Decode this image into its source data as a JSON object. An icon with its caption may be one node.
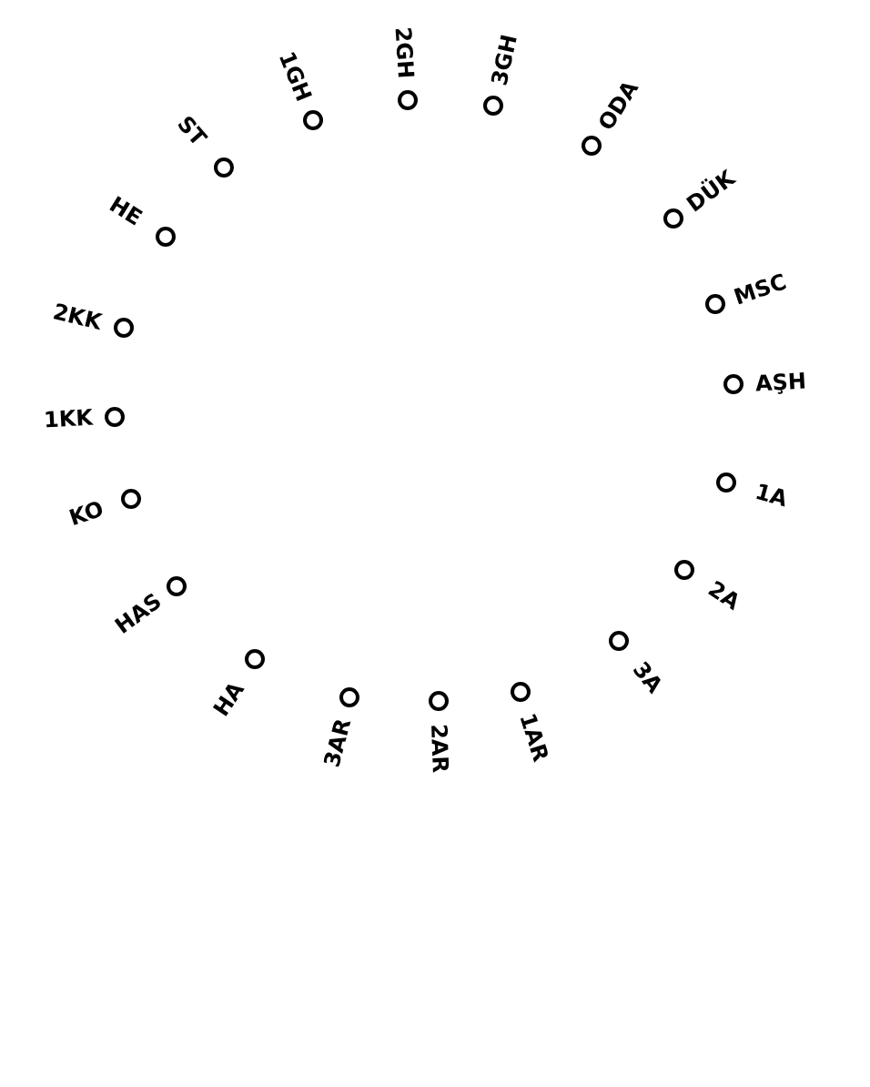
{
  "diagram": {
    "nodes": [
      {
        "text": [],
        "shape": "circle",
        "beside": [
          "1GH"
        ]
      },
      {
        "text": [],
        "shape": "circle",
        "beside": [
          "2GH"
        ]
      },
      {
        "text": [],
        "shape": "circle",
        "beside": [
          "3GH"
        ]
      },
      {
        "text": [],
        "shape": "circle",
        "beside": [
          "ODA"
        ]
      },
      {
        "text": [],
        "shape": "circle",
        "beside": [
          "DÜK"
        ]
      },
      {
        "text": [],
        "shape": "circle",
        "beside": [
          "MSC"
        ]
      },
      {
        "text": [],
        "shape": "circle",
        "beside": [
          "AŞH"
        ]
      },
      {
        "text": [],
        "shape": "circle",
        "beside": [
          "1A"
        ]
      },
      {
        "text": [],
        "shape": "circle",
        "beside": [
          "2A"
        ]
      },
      {
        "text": [],
        "shape": "circle",
        "beside": [
          "3A"
        ]
      },
      {
        "text": [],
        "shape": "circle",
        "beside": [
          "1AR"
        ]
      },
      {
        "text": [],
        "shape": "circle",
        "beside": [
          "2AR"
        ]
      },
      {
        "text": [],
        "shape": "circle",
        "beside": [
          "3AR"
        ]
      },
      {
        "text": [],
        "shape": "circle",
        "beside": [
          "HA"
        ]
      },
      {
        "text": [],
        "shape": "circle",
        "beside": [
          "HAS"
        ]
      },
      {
        "text": [],
        "shape": "circle",
        "beside": [
          "KO"
        ]
      },
      {
        "text": [],
        "shape": "circle",
        "beside": [
          "1KK"
        ]
      },
      {
        "text": [],
        "shape": "circle",
        "beside": [
          "2KK"
        ]
      },
      {
        "text": [],
        "shape": "circle",
        "beside": [
          "HE"
        ]
      },
      {
        "text": [],
        "shape": "circle",
        "beside": [
          "ST"
        ]
      }
    ]
  }
}
